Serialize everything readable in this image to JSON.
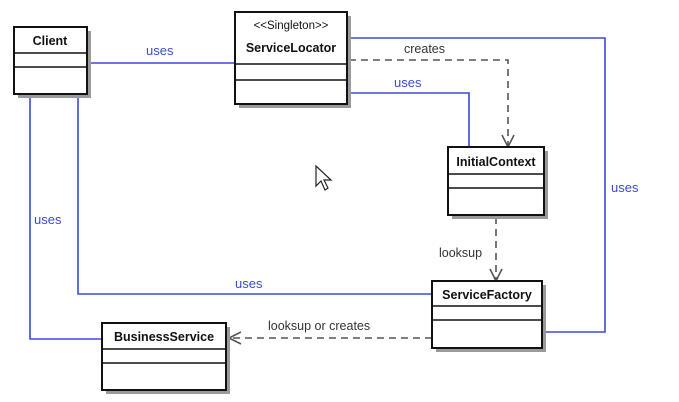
{
  "classes": {
    "client": {
      "name": "Client"
    },
    "service_locator": {
      "stereotype": "<<Singleton>>",
      "name": "ServiceLocator"
    },
    "initial_context": {
      "name": "InitialContext"
    },
    "service_factory": {
      "name": "ServiceFactory"
    },
    "business_service": {
      "name": "BusinessService"
    }
  },
  "relations": {
    "client_uses_locator": "uses",
    "locator_creates_context": "creates",
    "locator_uses_context": "uses",
    "client_uses_business": "uses",
    "client_uses_factory": "uses",
    "locator_uses_factory": "uses",
    "context_lookup_factory": "looksup",
    "factory_lookup_business": "looksup or creates"
  },
  "colors": {
    "association": "#3a4bd6",
    "dependency": "#555555"
  }
}
